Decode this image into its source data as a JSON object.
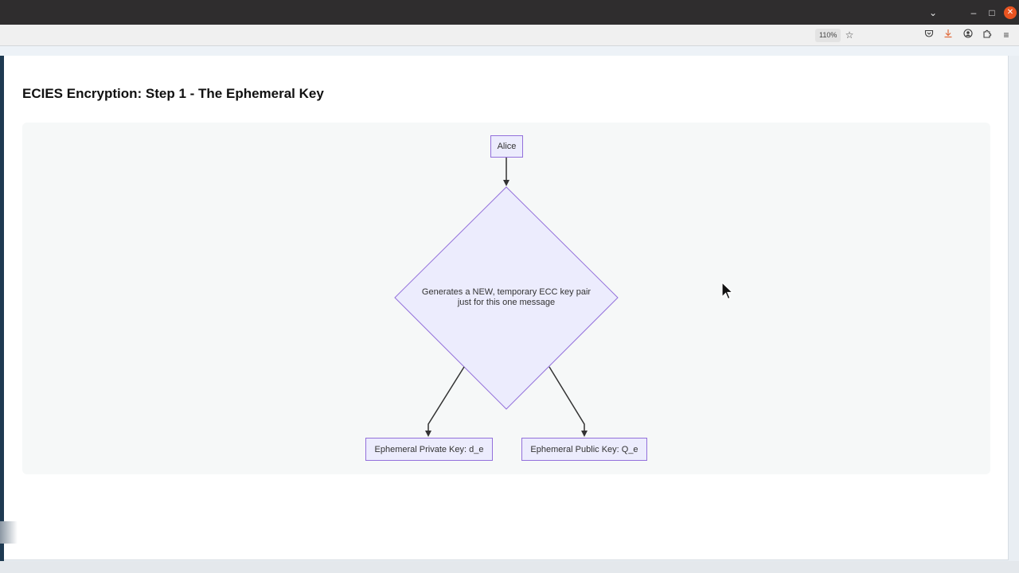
{
  "browser": {
    "titlebar": {
      "list_tabs_icon": "chevron-down-icon",
      "minimize_icon": "minimize-icon",
      "maximize_icon": "maximize-icon",
      "close_icon": "close-icon"
    },
    "toolbar": {
      "zoom_level": "110%",
      "bookmark_icon": "star-icon",
      "pocket_icon": "pocket-icon",
      "download_icon": "download-icon",
      "account_icon": "account-icon",
      "extensions_icon": "puzzle-icon",
      "menu_icon": "hamburger-menu-icon"
    }
  },
  "page": {
    "title": "ECIES Encryption: Step 1 - The Ephemeral Key"
  },
  "diagram": {
    "colors": {
      "node_fill": "#ececfd",
      "node_stroke": "#9370db",
      "edge": "#333333",
      "background": "#f6f8f8"
    },
    "nodes": {
      "alice": {
        "label": "Alice"
      },
      "generate": {
        "label_line1": "Generates a NEW, temporary ECC key pair",
        "label_line2": "just for this one message"
      },
      "private_key": {
        "label": "Ephemeral Private Key: d_e"
      },
      "public_key": {
        "label": "Ephemeral Public Key: Q_e"
      }
    },
    "edges": [
      {
        "from": "Alice",
        "to": "Generates a NEW, temporary ECC key pair just for this one message"
      },
      {
        "from": "Generates a NEW, temporary ECC key pair just for this one message",
        "to": "Ephemeral Private Key: d_e"
      },
      {
        "from": "Generates a NEW, temporary ECC key pair just for this one message",
        "to": "Ephemeral Public Key: Q_e"
      }
    ]
  }
}
